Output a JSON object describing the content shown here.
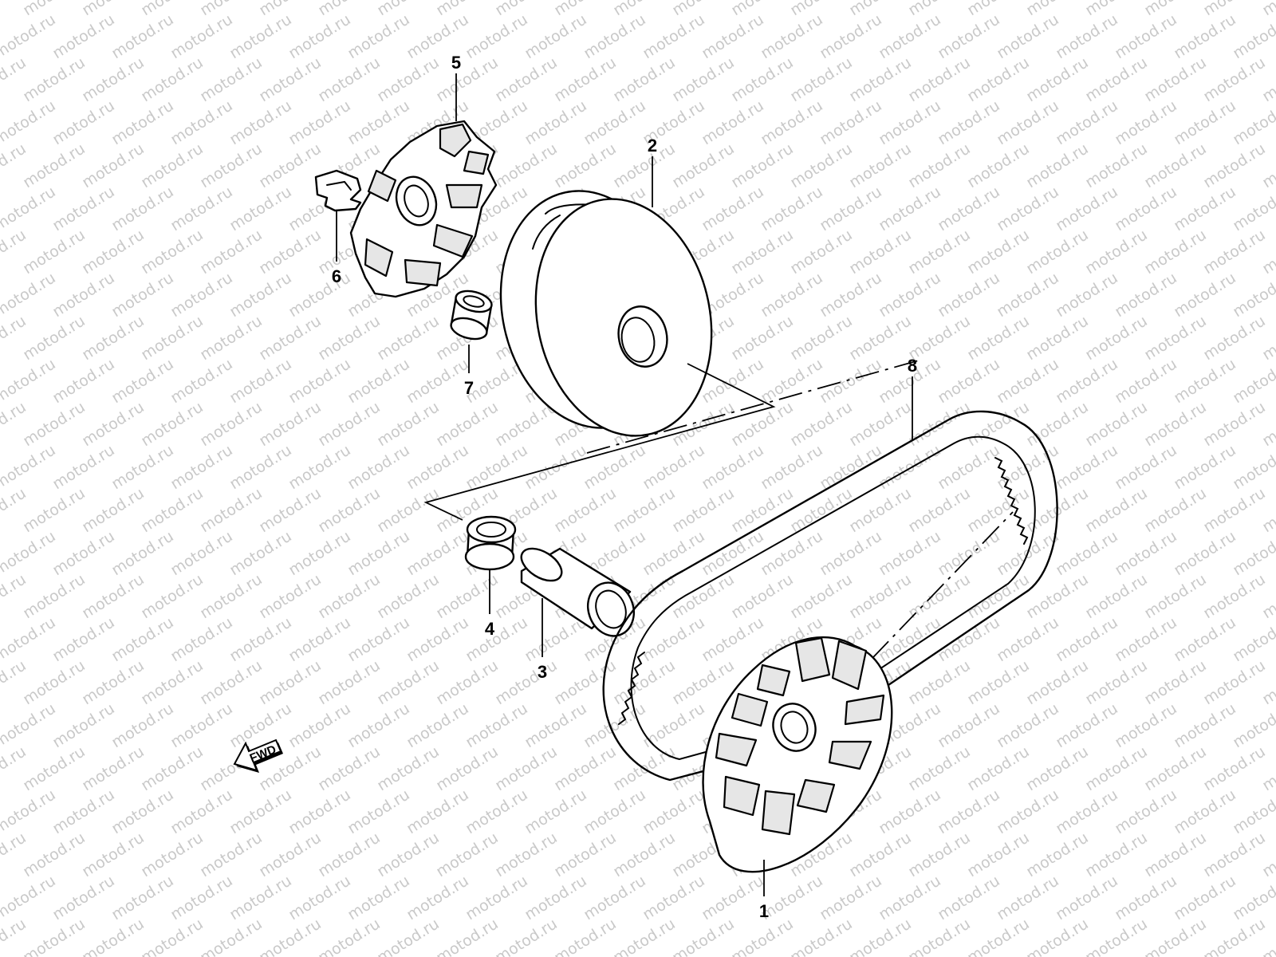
{
  "watermark": {
    "text": "motod.ru"
  },
  "colors": {
    "line": "#000000",
    "watermark": "#c9c9c9",
    "background": "#ffffff"
  },
  "callouts": {
    "c1": "1",
    "c2": "2",
    "c3": "3",
    "c4": "4",
    "c5": "5",
    "c6": "6",
    "c7": "7",
    "c8": "8"
  },
  "direction_arrow": {
    "label": "FWD",
    "icon": "fwd-arrow-icon"
  }
}
